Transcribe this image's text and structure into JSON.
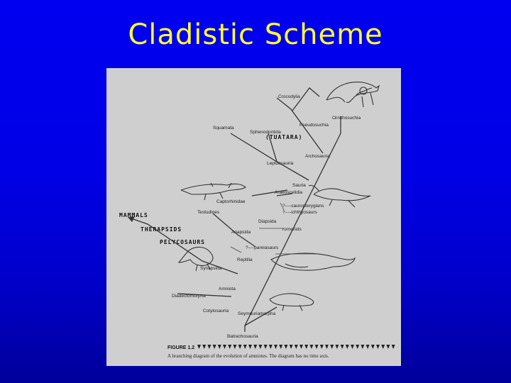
{
  "slide": {
    "title": "Cladistic Scheme"
  },
  "diagram": {
    "labels": {
      "crocodylia": "Crocodylia",
      "ornithosuchia": "Ornithosuchia",
      "pseudosuchia": "Pseudosuchia",
      "squamata": "Squamata",
      "sphenodontida": "Sphenodontida",
      "tuatara": "(TUATARA)",
      "archosauria": "Archosauria",
      "lepidosauria": "Lepidosauria",
      "sauria": "Sauria",
      "araeoscelidia": "Araeoscelidia",
      "captorhinidae": "Captorhinidae",
      "sauropterygians": "?----sauropterygians",
      "ichthyosaurs": "?----ichthyosaurs",
      "testudines": "Testudines",
      "mammals": "MAMMALS",
      "therapsids": "THERAPSIDS",
      "diapsida": "Diapsida",
      "anapsida": "Anapsida",
      "romeriids": "romeriids",
      "pelycosaurs": "PELYCOSAURS",
      "pareiasaurs": "?----pareiasaurs",
      "reptilia": "Reptilia",
      "synapsida": "Synapsida",
      "amniota": "Amniota",
      "diadectomorpha": "Diadectomorpha",
      "seymouriamorpha": "Seymouriamorpha",
      "cotylosauria": "Cotylosauria",
      "batrachosauria": "Batrachosauria"
    },
    "caption": {
      "label": "FIGURE 1.2",
      "text": "A branching diagram of the evolution of amniotes. The diagram has no time axis."
    }
  }
}
